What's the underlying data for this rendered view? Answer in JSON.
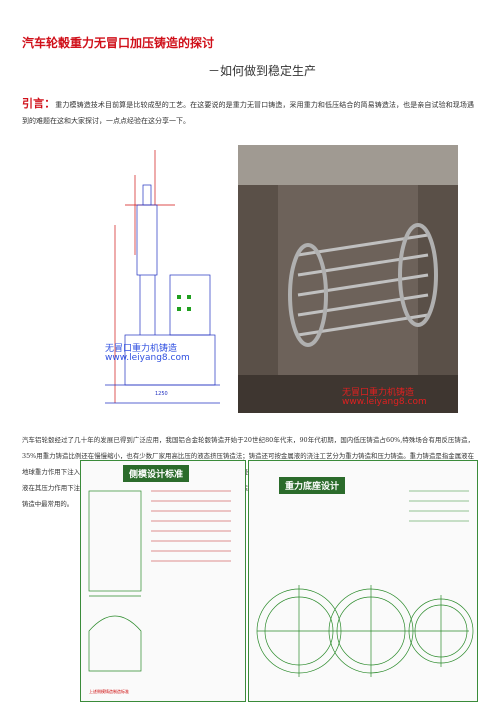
{
  "title": "汽车轮毂重力无冒口加压铸造的探讨",
  "subtitle": "－如何做到稳定生产",
  "intro": {
    "lead": "引言：",
    "text": "重力模铸造技术目前算是比较成型的工艺。在这要说的是重力无冒口铸造，采用重力和低压结合的简易铸造法，也是亲自试验和现场遇到的难题在这和大家探讨，一点点经验在这分享一下。"
  },
  "figures": {
    "fig1_dimension": "1250",
    "watermark_name": "无冒口重力机铸造",
    "watermark_url": "www.leiyang8.com"
  },
  "paragraph": "汽车铝轮毂经过了几十年的发展已得到广泛应用，我国铝合金轮毂铸造开始于20世纪80年代末，90年代初期，国内低压铸造占60%,特殊场合有用反压铸造，35%用重力铸造比例还在慢慢缩小，也有少数厂家用高比压的液态挤压铸造法；铸造还可按金属液的浇注工艺分为重力铸造和压力铸造。重力铸造是指金属液在地球重力作用下注入铸型的工艺，也称浇铸。重力铸造法有砂型浇铸、金属型浇铸、熔模铸造，泥模铸造等；这里重力铸造也指金属型浇铸。压力铸造是指金属液在其压力作用下注入铸型的工艺。压力铸造包括压铸机的压力铸造和真空铸造、低压铸造、离心铸造等。这几种铸造工艺是目前相对价格最低的也是有色金属铸造中最常用的。",
  "cad": {
    "left_title": "侧模设计标准",
    "right_title": "重力底座设计",
    "left_footer": "上述侧模铸造制造标准"
  },
  "colors": {
    "accent": "#d0101a",
    "cad_green": "#2b6b2b"
  }
}
